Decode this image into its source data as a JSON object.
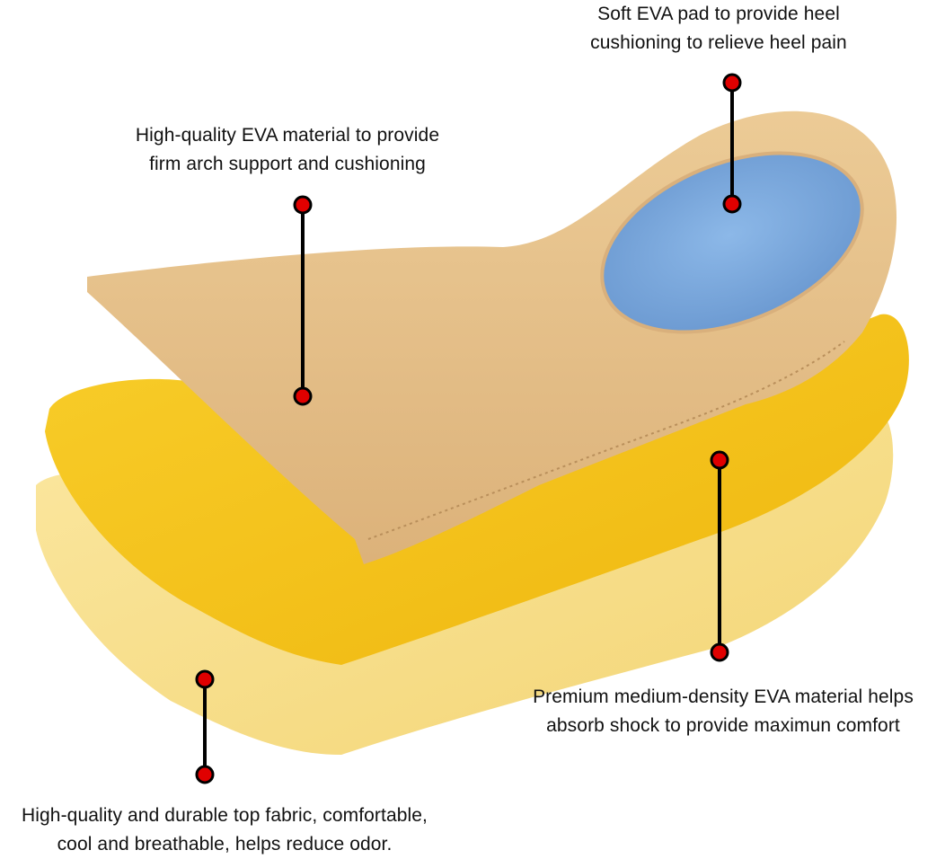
{
  "annotations": {
    "heel_pad": {
      "line1": "Soft EVA pad to provide heel",
      "line2": "cushioning to relieve heel pain"
    },
    "arch_support": {
      "line1": "High-quality EVA material to provide",
      "line2": "firm arch support and cushioning"
    },
    "mid_layer": {
      "line1": "Premium medium-density EVA material helps",
      "line2": "absorb shock to provide maximun comfort"
    },
    "top_fabric": {
      "line1": "High-quality and durable top fabric, comfortable,",
      "line2": "cool and breathable, helps reduce odor."
    }
  },
  "colors": {
    "marker_fill": "#e00000",
    "marker_stroke": "#000000",
    "leather": "#e3bd86",
    "heel_pad": "#7aa8dc",
    "middle_foam": "#f5c21a",
    "bottom_foam": "#f8df8a"
  }
}
